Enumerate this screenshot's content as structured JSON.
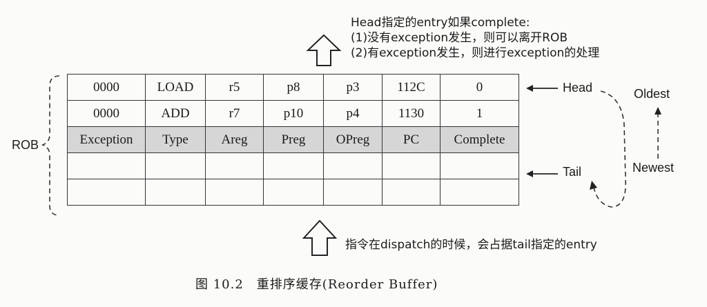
{
  "top_note": [
    "Head指定的entry如果complete:",
    "(1)没有exception发生，则可以离开ROB",
    "(2)有exception发生，则进行exception的处理"
  ],
  "bottom_note": "指令在dispatch的时候，会占据tail指定的entry",
  "rob_label": "ROB",
  "table": {
    "columns": [
      "Exception",
      "Type",
      "Areg",
      "Preg",
      "OPreg",
      "PC",
      "Complete"
    ],
    "rows": [
      [
        "0000",
        "LOAD",
        "r5",
        "p8",
        "p3",
        "112C",
        "0"
      ],
      [
        "0000",
        "ADD",
        "r7",
        "p10",
        "p4",
        "1130",
        "1"
      ],
      [
        "Exception",
        "Type",
        "Areg",
        "Preg",
        "OPreg",
        "PC",
        "Complete"
      ],
      [
        "",
        "",
        "",
        "",
        "",
        "",
        ""
      ],
      [
        "",
        "",
        "",
        "",
        "",
        "",
        ""
      ]
    ]
  },
  "head_label": "Head",
  "tail_label": "Tail",
  "oldest_label": "Oldest",
  "newest_label": "Newest",
  "caption": "图 10.2　重排序缓存(Reorder Buffer)"
}
